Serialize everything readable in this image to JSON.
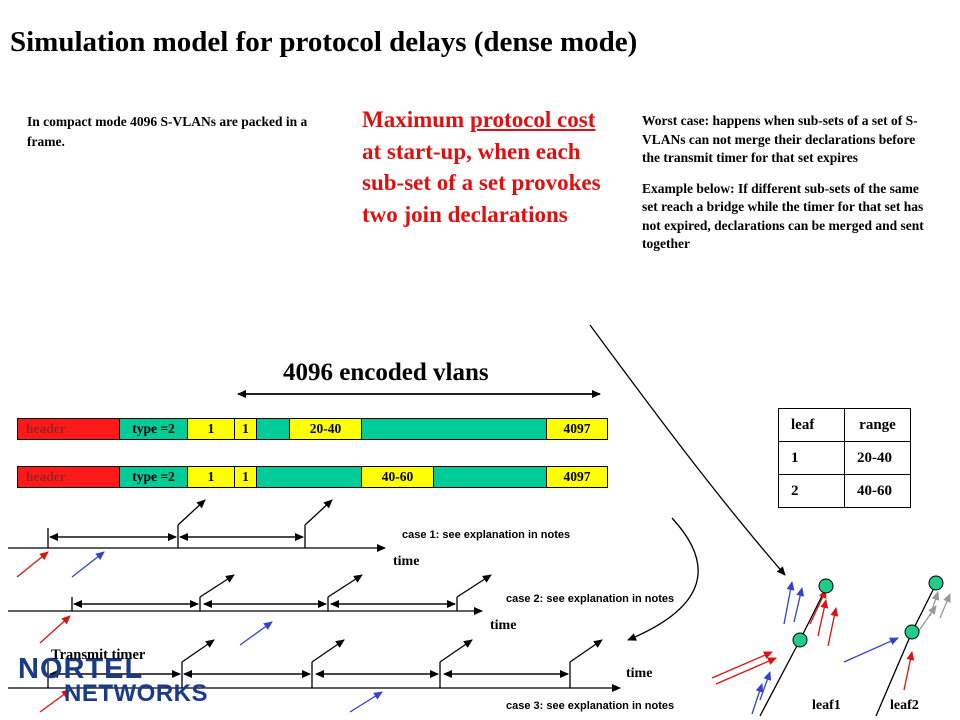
{
  "title": "Simulation model for protocol delays (dense mode)",
  "note_left": "In compact mode 4096 S-VLANs are packed in a frame.",
  "red_callout": {
    "part1": "Maximum ",
    "underlined": "protocol cost",
    "part2": " at start-up, when each sub-set of a set provokes two join declarations"
  },
  "note_right": {
    "p1": "Worst case: happens when sub-sets of a set of S-VLANs can not merge their declarations before the transmit timer for that set expires",
    "p2": "Example below: If different sub-sets of the same set reach a bridge while the timer for that set has not expired, declarations can be merged and sent together"
  },
  "vlan_label": "4096 encoded vlans",
  "frames": [
    {
      "header": "header",
      "type": "type =2",
      "v1": "1",
      "v2": "1",
      "range": "20-40",
      "end": "4097"
    },
    {
      "header": "header",
      "type": "type =2",
      "v1": "1",
      "v2": "1",
      "range": "40-60",
      "end": "4097"
    }
  ],
  "leaf_table": {
    "headers": [
      "leaf",
      "range"
    ],
    "rows": [
      [
        "1",
        "20-40"
      ],
      [
        "2",
        "40-60"
      ]
    ]
  },
  "cases": [
    {
      "label": "case 1: see explanation in notes",
      "time": "time"
    },
    {
      "label": "case 2: see explanation in notes",
      "time": "time"
    },
    {
      "label": "case 3: see explanation in notes",
      "time": "time"
    }
  ],
  "transmit_timer": "Transmit timer",
  "leaves": [
    "leaf1",
    "leaf2"
  ],
  "logo": {
    "line1": "NORTEL",
    "line2": "NETWORKS"
  },
  "colors": {
    "red": "#e01010",
    "blue": "#3344cc",
    "green": "#00cc99",
    "yellow": "#ffff00",
    "header_red": "#ff1a1a",
    "node_green": "#22cc88"
  }
}
